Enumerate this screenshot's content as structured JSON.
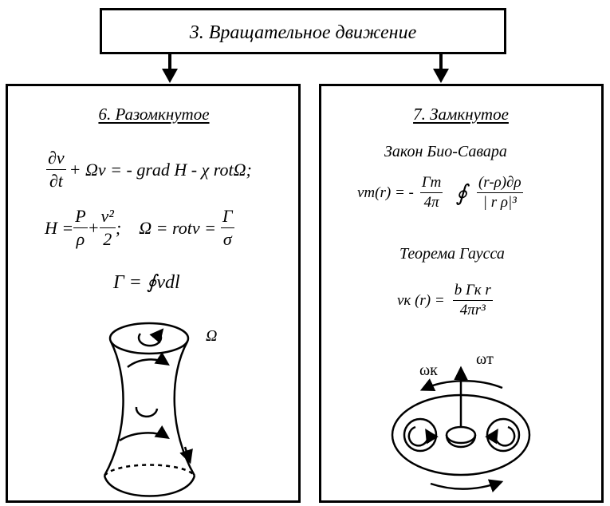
{
  "top_box": {
    "title": "3. Вращательное движение"
  },
  "left_panel": {
    "title": "6. Разомкнутое",
    "eq1": {
      "num_left": "∂v",
      "den_left": "∂t",
      "rest": "+ Ωv = - grad H - χ rotΩ;"
    },
    "eq2": {
      "h": "H =",
      "p": "P",
      "rho": "ρ",
      "v2": "v²",
      "two": "2",
      "semicolon": ";",
      "omega": "Ω = rotv =",
      "gamma": "Γ",
      "sigma": "σ"
    },
    "eq3": "Γ = ∮vdl",
    "omega_label": "Ω"
  },
  "right_panel": {
    "title": "7. Замкнутое",
    "biot_label": "Закон Био-Савара",
    "biot_eq": {
      "lhs": "vт(r) = -",
      "gamma_t": "Гт",
      "four_pi": "4π",
      "contour": "∮",
      "num": "(r-ρ)∂ρ",
      "den": "| r  ρ|³"
    },
    "gauss_label": "Теорема Гаусса",
    "gauss_eq": {
      "lhs": "vк (r) =",
      "num": "b Гк r",
      "den": "4πr³"
    },
    "omega_k": "ωк",
    "omega_t": "ωт"
  }
}
